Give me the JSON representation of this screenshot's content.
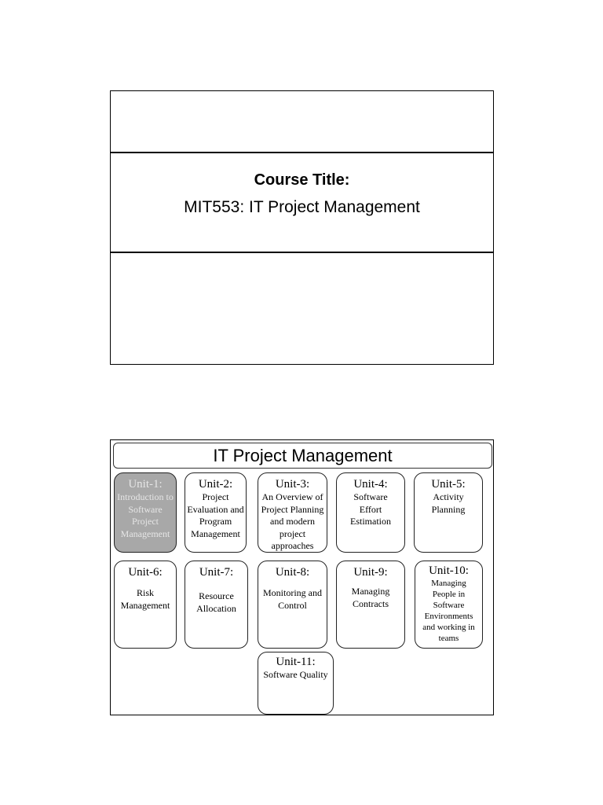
{
  "slide1": {
    "heading": "Course Title:",
    "course": "MIT553: IT Project Management"
  },
  "slide2": {
    "title": "IT Project Management",
    "units": [
      {
        "label": "Unit-1:",
        "desc": "Introduction to Software Project Management",
        "selected": true
      },
      {
        "label": "Unit-2:",
        "desc": "Project Evaluation and Program Management"
      },
      {
        "label": "Unit-3:",
        "desc": "An Overview of Project Planning and modern project approaches"
      },
      {
        "label": "Unit-4:",
        "desc": "Software Effort Estimation"
      },
      {
        "label": "Unit-5:",
        "desc": "Activity Planning"
      },
      {
        "label": "Unit-6:",
        "desc": "Risk Management"
      },
      {
        "label": "Unit-7:",
        "desc": "Resource Allocation"
      },
      {
        "label": "Unit-8:",
        "desc": "Monitoring and Control"
      },
      {
        "label": "Unit-9:",
        "desc": "Managing Contracts"
      },
      {
        "label": "Unit-10:",
        "desc": "Managing People in Software Environments and working in teams"
      },
      {
        "label": "Unit-11:",
        "desc": "Software Quality"
      }
    ],
    "colors": {
      "selected_fill": "#a8a8a8"
    }
  }
}
